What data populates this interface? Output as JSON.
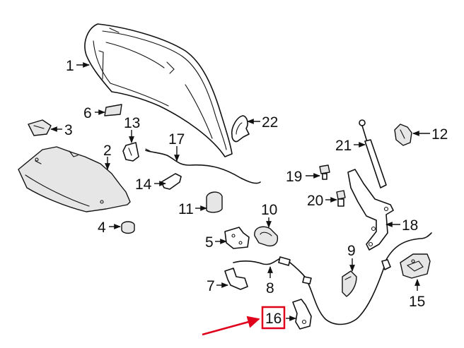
{
  "diagram": {
    "callouts": [
      {
        "id": "p1",
        "label": "1"
      },
      {
        "id": "p2",
        "label": "2"
      },
      {
        "id": "p3",
        "label": "3"
      },
      {
        "id": "p4",
        "label": "4"
      },
      {
        "id": "p5",
        "label": "5"
      },
      {
        "id": "p6",
        "label": "6"
      },
      {
        "id": "p7",
        "label": "7"
      },
      {
        "id": "p8",
        "label": "8"
      },
      {
        "id": "p9",
        "label": "9"
      },
      {
        "id": "p10",
        "label": "10"
      },
      {
        "id": "p11",
        "label": "11"
      },
      {
        "id": "p12",
        "label": "12"
      },
      {
        "id": "p13",
        "label": "13"
      },
      {
        "id": "p14",
        "label": "14"
      },
      {
        "id": "p15",
        "label": "15"
      },
      {
        "id": "p16",
        "label": "16"
      },
      {
        "id": "p17",
        "label": "17"
      },
      {
        "id": "p18",
        "label": "18"
      },
      {
        "id": "p19",
        "label": "19"
      },
      {
        "id": "p20",
        "label": "20"
      },
      {
        "id": "p21",
        "label": "21"
      },
      {
        "id": "p22",
        "label": "22"
      }
    ],
    "highlight": {
      "label_ref": "16",
      "box_color": "#e0001b",
      "pointer_color": "#e0001b"
    },
    "line_color": "#111111",
    "part_fill_color": "#e6e6e6"
  }
}
